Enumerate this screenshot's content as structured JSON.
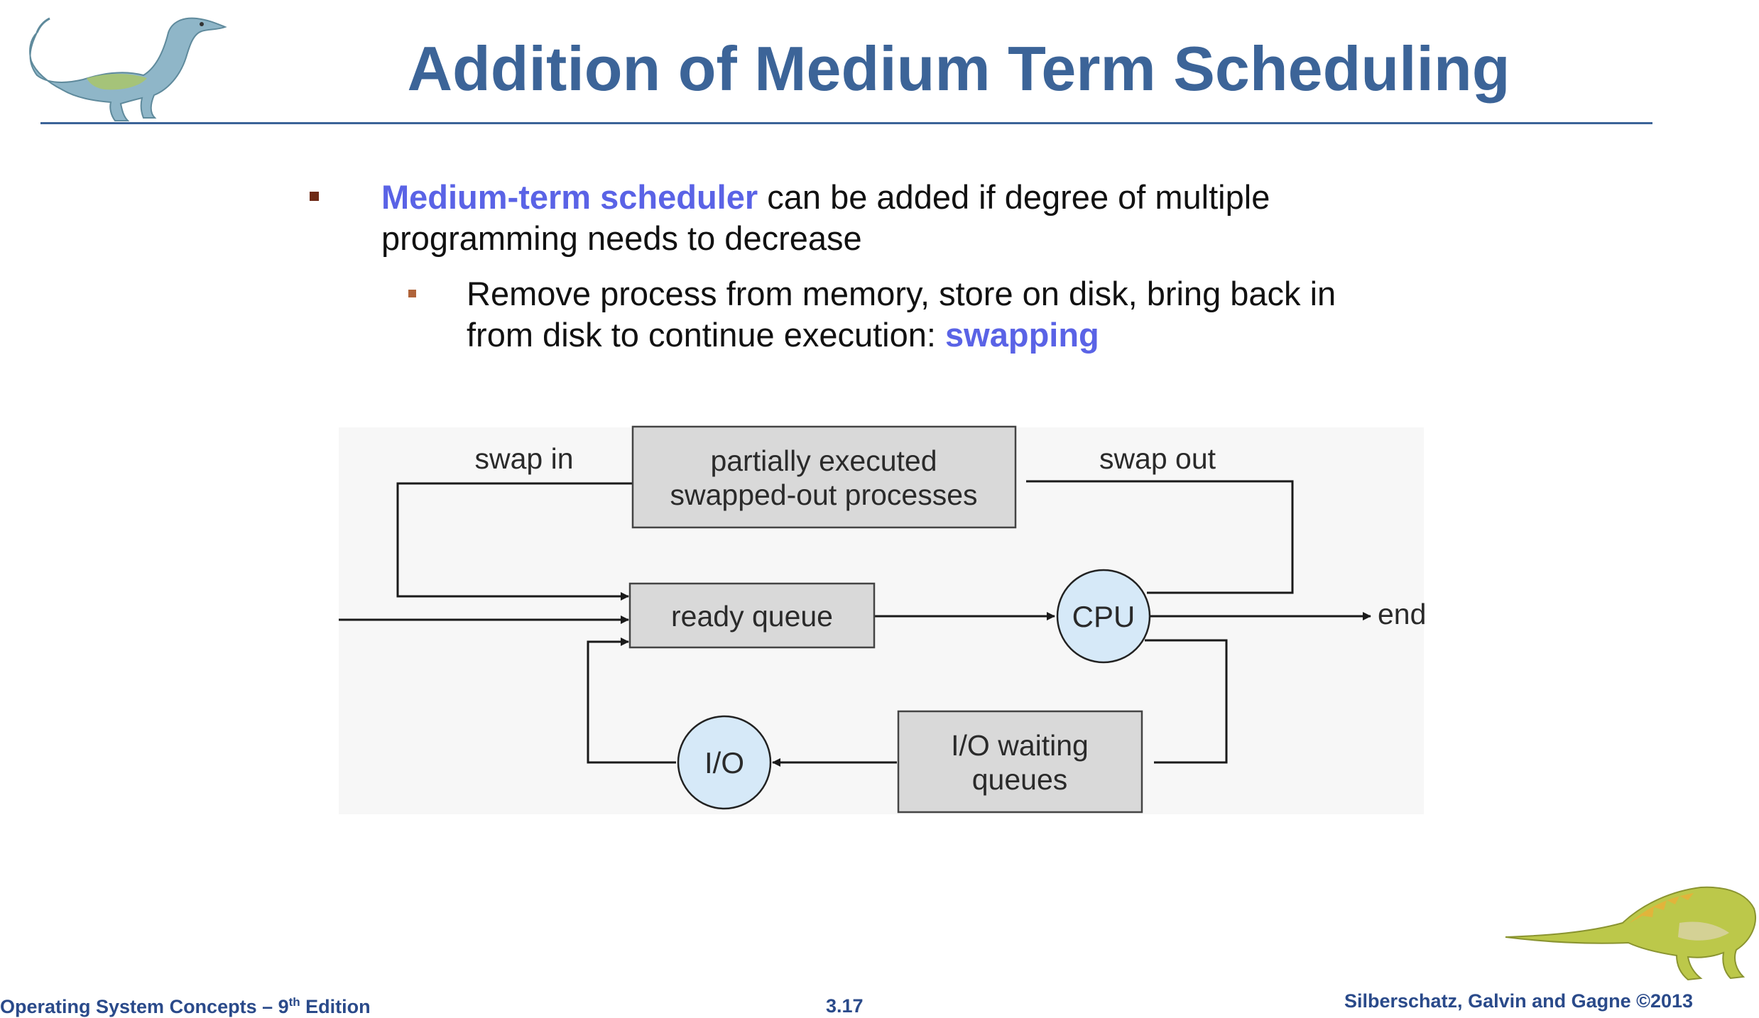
{
  "slide": {
    "title": "Addition of Medium Term Scheduling"
  },
  "bullets": {
    "main": {
      "term": "Medium-term scheduler",
      "text_line1": " can be added if degree of multiple",
      "text_line2": "programming needs to decrease"
    },
    "sub": {
      "text_line1": "Remove process from memory, store on disk, bring back in",
      "text_line2": "from disk to continue execution: ",
      "term": "swapping"
    }
  },
  "diagram": {
    "swapped_box_line1": "partially executed",
    "swapped_box_line2": "swapped-out processes",
    "swap_in_label": "swap in",
    "swap_out_label": "swap out",
    "ready_queue_label": "ready queue",
    "cpu_label": "CPU",
    "end_label": "end",
    "io_label": "I/O",
    "io_waiting_line1": "I/O waiting",
    "io_waiting_line2": "queues"
  },
  "footer": {
    "book_prefix": "Operating System Concepts – 9",
    "book_sup": "th",
    "book_suffix": " Edition",
    "page_number": "3.17",
    "copyright": "Silberschatz, Galvin and Gagne ©2013"
  },
  "colors": {
    "title": "#3c6498",
    "highlight": "#5a63e6",
    "box_fill": "#d9d9d9",
    "circle_fill": "#d6e9f8",
    "diagram_background": "#f7f7f7"
  }
}
